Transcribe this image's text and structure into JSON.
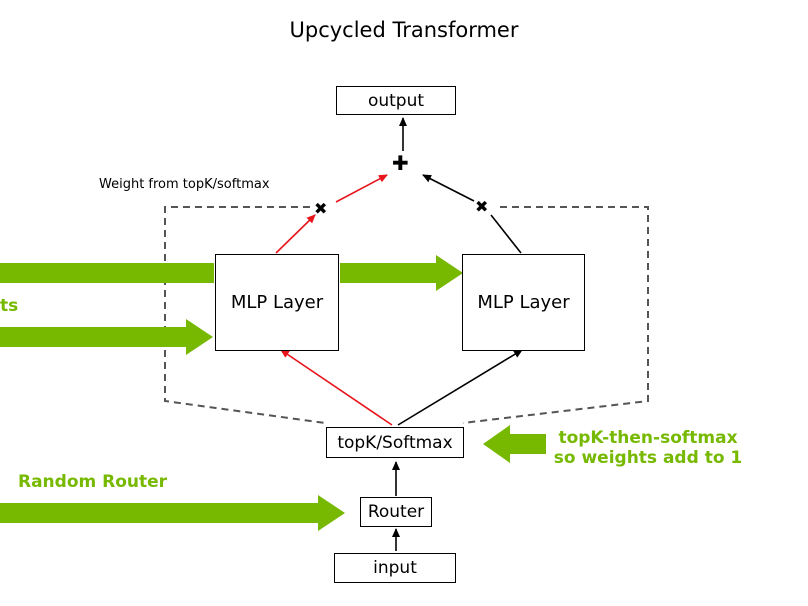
{
  "title": "Upcycled Transformer",
  "boxes": {
    "output": "output",
    "mlp_left": "MLP Layer",
    "mlp_right": "MLP Layer",
    "topk": "topK/Softmax",
    "router": "Router",
    "input": "input"
  },
  "symbols": {
    "plus": "✚",
    "multiply_left": "✖",
    "multiply_right": "✖"
  },
  "labels": {
    "weight_note": "Weight from topK/softmax",
    "partial_left": "ts",
    "random_router": "Random Router",
    "topk_note_line1": "topK-then-softmax",
    "topk_note_line2": "so weights add to 1"
  },
  "colors": {
    "green": "#76b900",
    "red": "#e8141c",
    "black": "#000000",
    "dashed": "#555555"
  }
}
